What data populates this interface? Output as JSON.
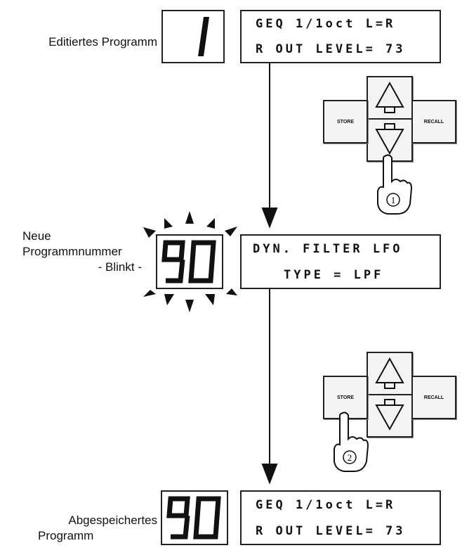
{
  "step1": {
    "label": "Editiertes Programm",
    "program_number": "1",
    "display_line1": "GEQ 1/1oct L=R",
    "display_line2": "R OUT LEVEL= 73"
  },
  "keypad1": {
    "store_label": "STORE",
    "recall_label": "RECALL",
    "step_marker": "1"
  },
  "step2": {
    "label_line1": "Neue",
    "label_line2": "Programmnummer",
    "label_line3": "- Blinkt -",
    "program_number": "90",
    "display_line1": "DYN. FILTER LFO",
    "display_line2": "TYPE = LPF"
  },
  "keypad2": {
    "store_label": "STORE",
    "recall_label": "RECALL",
    "step_marker": "2"
  },
  "step3": {
    "label_line1": "Abgespeichertes",
    "label_line2": "Programm",
    "program_number": "90",
    "display_line1": "GEQ 1/1oct L=R",
    "display_line2": "R OUT LEVEL= 73"
  }
}
